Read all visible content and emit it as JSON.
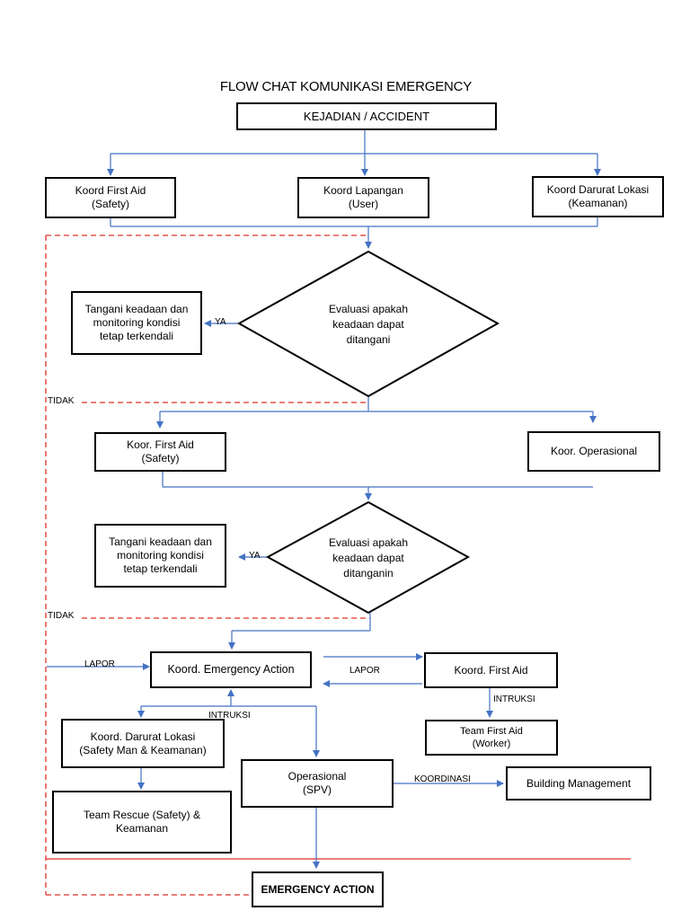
{
  "title": "FLOW CHAT KOMUNIKASI EMERGENCY",
  "nodes": {
    "kejadian": "KEJADIAN / ACCIDENT",
    "koord_first_aid": "Koord First Aid\n(Safety)",
    "koord_lapangan": "Koord Lapangan\n(User)",
    "koord_darurat_lokasi": "Koord Darurat Lokasi\n(Keamanan)",
    "tangani_1": "Tangani keadaan dan\nmonitoring kondisi\ntetap terkendali",
    "evaluasi_1": "Evaluasi apakah\nkeadaan dapat\nditangani",
    "koor_first_aid": "Koor. First Aid\n(Safety)",
    "koor_operasional": "Koor. Operasional",
    "tangani_2": "Tangani keadaan dan\nmonitoring kondisi\ntetap terkendali",
    "evaluasi_2": "Evaluasi apakah\nkeadaan dapat\nditanganin",
    "koord_emergency_action": "Koord. Emergency Action",
    "koord_first_aid_2": "Koord. First Aid",
    "koord_darurat_lokasi_2": "Koord. Darurat Lokasi\n(Safety Man & Keamanan)",
    "team_first_aid": "Team First Aid\n(Worker)",
    "operasional_spv": "Operasional\n(SPV)",
    "building_management": "Building Management",
    "team_rescue": "Team Rescue (Safety) &\nKeamanan",
    "emergency_action": "EMERGENCY ACTION"
  },
  "labels": {
    "ya_1": "YA",
    "tidak_1": "TIDAK",
    "ya_2": "YA",
    "tidak_2": "TIDAK",
    "lapor_left": "LAPOR",
    "lapor_right": "LAPOR",
    "intruksi_left": "INTRUKSI",
    "intruksi_right": "INTRUKSI",
    "koordinasi": "KOORDINASI"
  },
  "colors": {
    "connector": "#4472C4",
    "dashed": "#E0302A",
    "border": "#000000"
  }
}
